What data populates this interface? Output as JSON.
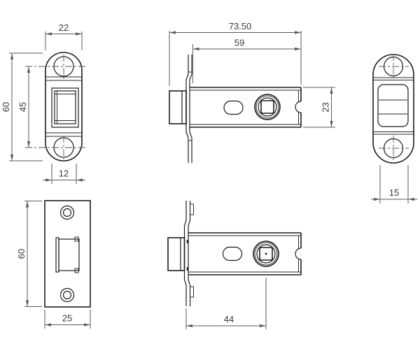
{
  "drawing": {
    "description": "Technical drawing of a tubular mortice door latch, four orthographic views with dimensions",
    "units_shown": false,
    "colors": {
      "background": "#ffffff",
      "object_line": "#1d1d1f",
      "dimension_line": "#595a5e",
      "label_text": "#3a3a3e"
    }
  },
  "dimensions": {
    "faceplate_width": "22",
    "faceplate_height": "60",
    "screw_hole_spacing": "45",
    "bolt_width": "12",
    "overall_length": "73.50",
    "case_length": "59",
    "case_height": "23",
    "tube_width": "15",
    "strike_plate_height": "60",
    "strike_plate_width": "25",
    "backset": "44"
  }
}
